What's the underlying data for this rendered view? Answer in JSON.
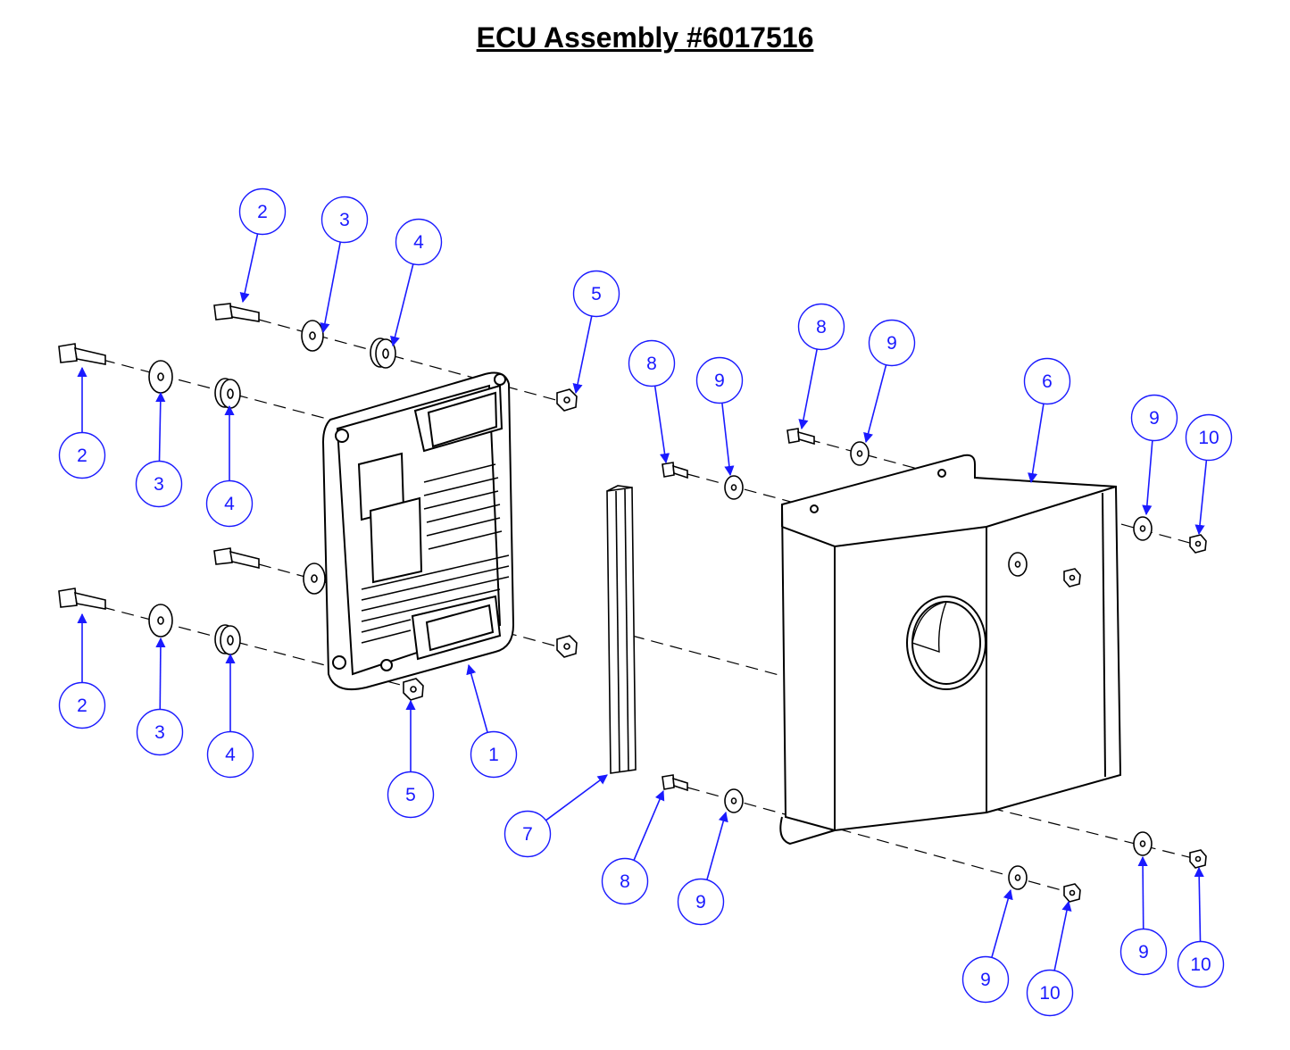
{
  "title": "ECU Assembly #6017516",
  "colors": {
    "callout": "#1a1aff",
    "line": "#000000",
    "background": "#ffffff"
  },
  "callouts": [
    {
      "label": "2"
    },
    {
      "label": "3"
    },
    {
      "label": "4"
    },
    {
      "label": "5"
    },
    {
      "label": "2"
    },
    {
      "label": "3"
    },
    {
      "label": "4"
    },
    {
      "label": "2"
    },
    {
      "label": "3"
    },
    {
      "label": "4"
    },
    {
      "label": "5"
    },
    {
      "label": "1"
    },
    {
      "label": "7"
    },
    {
      "label": "8"
    },
    {
      "label": "9"
    },
    {
      "label": "8"
    },
    {
      "label": "9"
    },
    {
      "label": "6"
    },
    {
      "label": "9"
    },
    {
      "label": "10"
    },
    {
      "label": "8"
    },
    {
      "label": "9"
    },
    {
      "label": "9"
    },
    {
      "label": "10"
    },
    {
      "label": "9"
    },
    {
      "label": "10"
    }
  ]
}
